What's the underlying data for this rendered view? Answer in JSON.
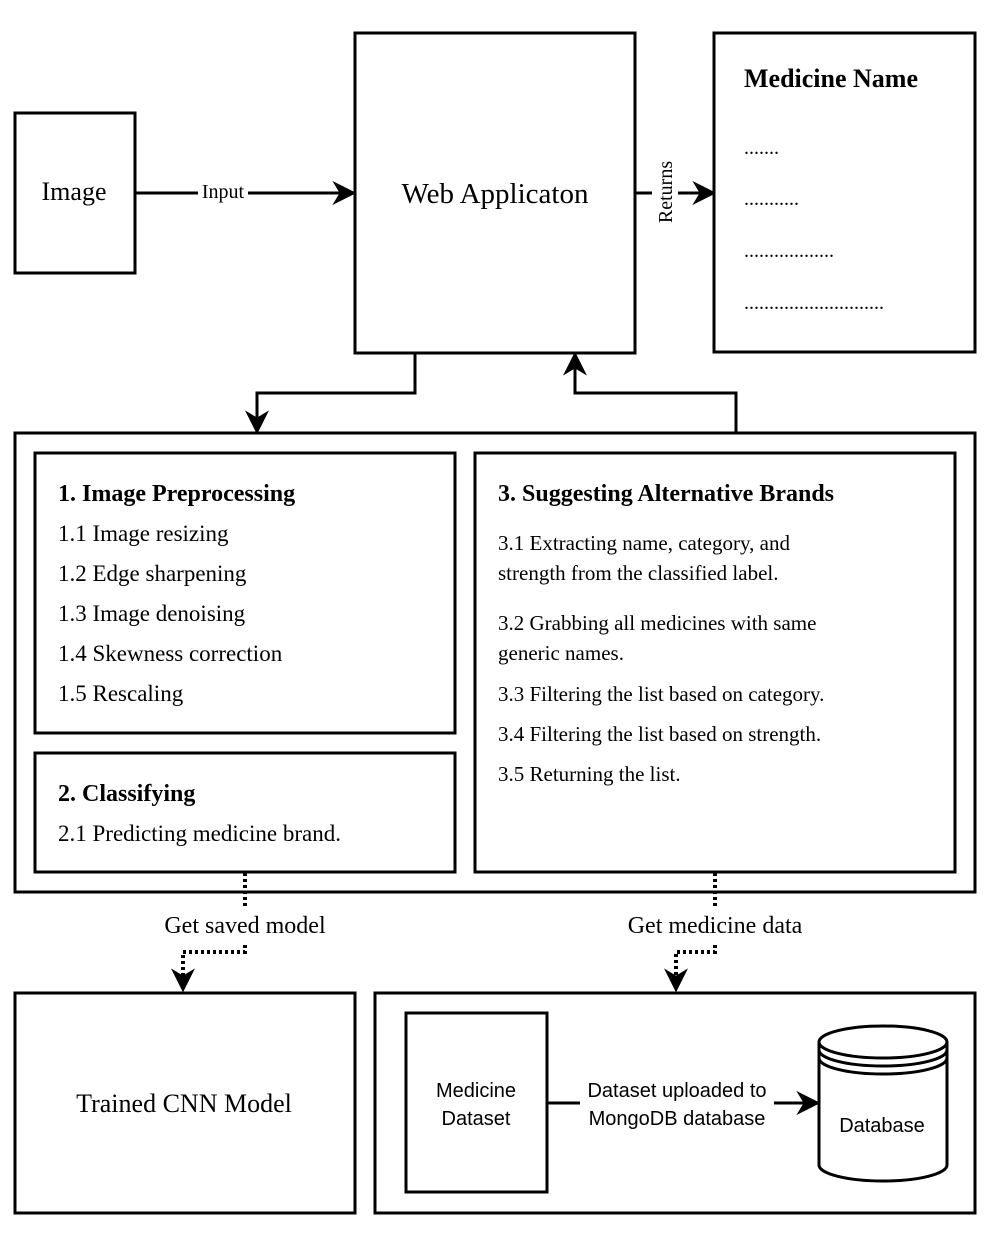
{
  "image_box": {
    "label": "Image"
  },
  "input_edge": {
    "label": "Input"
  },
  "webapp_box": {
    "label": "Web Applicaton"
  },
  "returns_edge": {
    "label": "Returns"
  },
  "medicine_box": {
    "title": "Medicine Name",
    "placeholders": [
      ".......",
      "...........",
      "..................",
      "............................"
    ]
  },
  "preprocessing": {
    "title": "1. Image Preprocessing",
    "items": [
      "1.1 Image resizing",
      "1.2 Edge sharpening",
      "1.3 Image denoising",
      "1.4 Skewness correction",
      "1.5 Rescaling"
    ]
  },
  "classifying": {
    "title": "2. Classifying",
    "items": [
      "2.1 Predicting medicine brand."
    ]
  },
  "suggesting": {
    "title": "3. Suggesting Alternative Brands",
    "items": [
      [
        "3.1 Extracting name, category, and",
        "strength from the classified label."
      ],
      [
        "3.2 Grabbing all medicines with same",
        "generic names."
      ],
      [
        "3.3 Filtering the list based on category."
      ],
      [
        "3.4 Filtering the list based on strength."
      ],
      [
        "3.5 Returning the list."
      ]
    ]
  },
  "saved_model_edge": {
    "label": "Get saved model"
  },
  "medicine_data_edge": {
    "label": "Get medicine data"
  },
  "cnn_box": {
    "label": "Trained CNN Model"
  },
  "dataset_box": {
    "label": [
      "Medicine",
      "Dataset"
    ]
  },
  "upload_edge": {
    "label": [
      "Dataset uploaded to",
      "MongoDB database"
    ]
  },
  "database": {
    "label": "Database"
  }
}
